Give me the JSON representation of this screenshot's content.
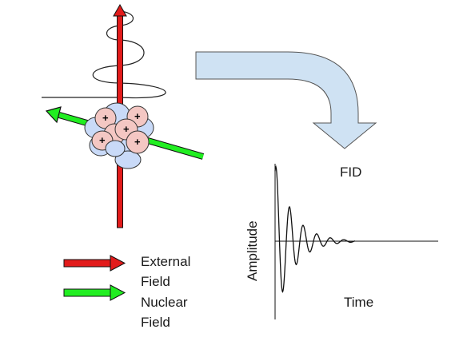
{
  "legend": {
    "items": [
      {
        "line1": "External",
        "line2": "Field",
        "color": "#e21b1b"
      },
      {
        "line1": "Nuclear",
        "line2": "Field",
        "color": "#21ee21"
      }
    ]
  },
  "fid": {
    "title": "FID",
    "ylabel": "Amplitude",
    "xlabel": "Time"
  },
  "nucleus": {
    "proton_symbol": "+",
    "proton_color": "#f4c7c3",
    "neutron_color": "#c9daf8"
  },
  "colors": {
    "external_field": "#e21b1b",
    "nuclear_field": "#21ee21",
    "process_arrow": "#cfe2f3"
  }
}
